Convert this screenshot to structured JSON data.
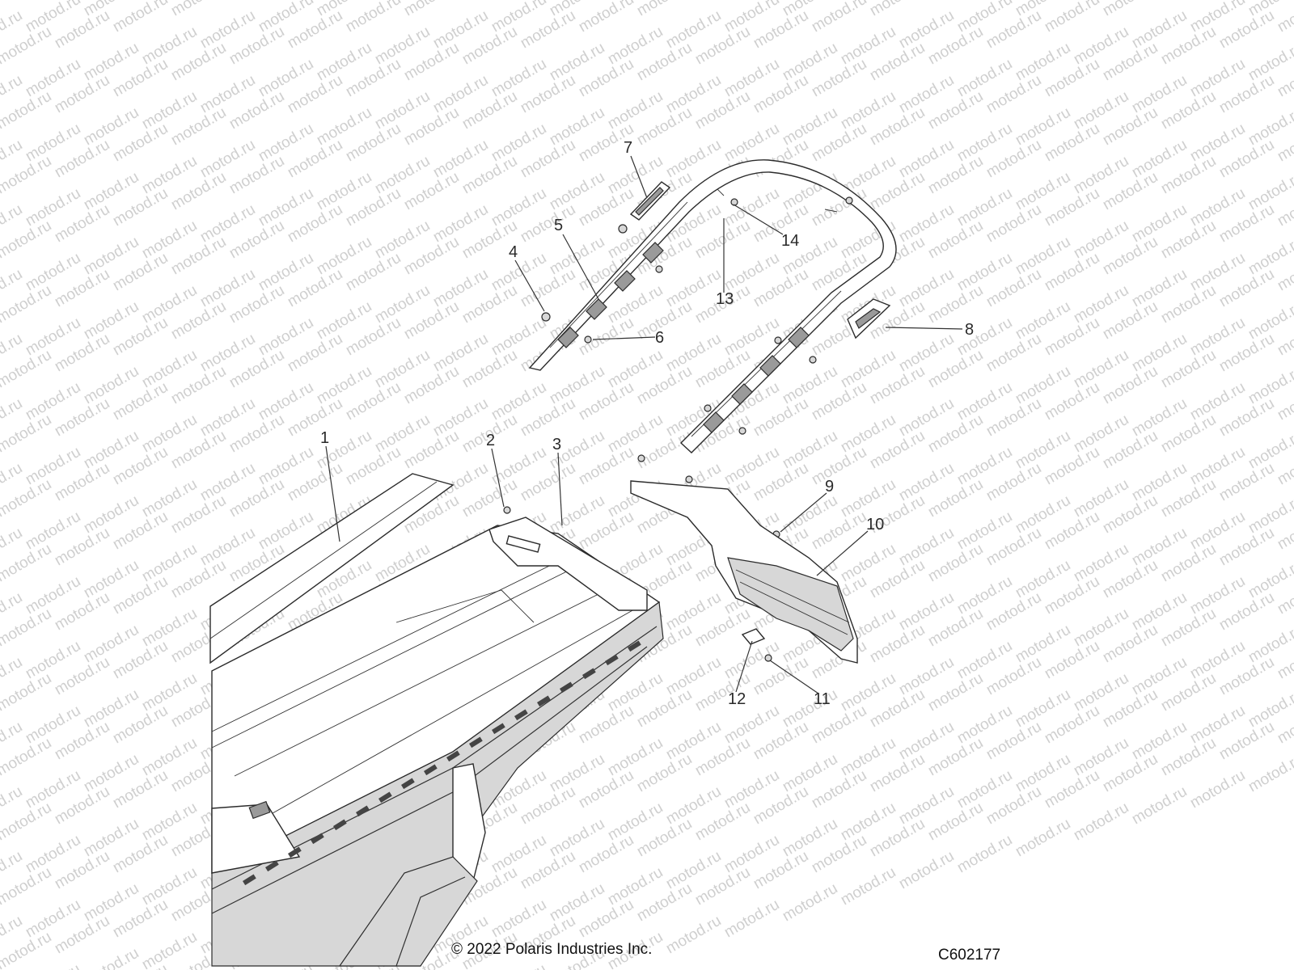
{
  "watermark": {
    "text": "motod.ru"
  },
  "callouts": [
    "1",
    "2",
    "3",
    "4",
    "5",
    "6",
    "7",
    "8",
    "9",
    "10",
    "11",
    "12",
    "13",
    "14"
  ],
  "footer": {
    "copyright": "© 2022 Polaris Industries Inc.",
    "figure_code": "C602177"
  }
}
